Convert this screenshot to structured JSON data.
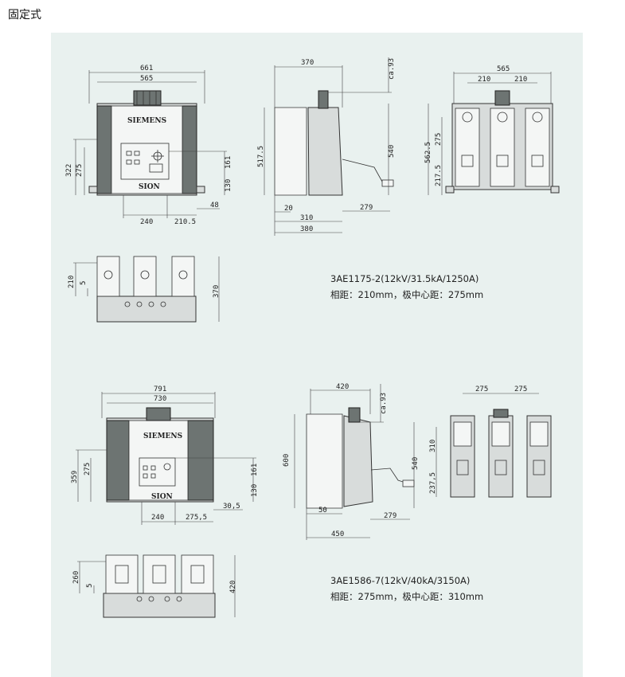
{
  "page_title": "固定式",
  "brand": "SIEMENS",
  "sion_logo": "SION",
  "model_a": {
    "caption_model": "3AE1175-2(12kV/31.5kA/1250A)",
    "caption_spacing": "相距：210mm，极中心距：275mm",
    "front": {
      "w_total": "661",
      "w_inner": "565",
      "h_total": "322",
      "h_mid": "275",
      "d_161": "161",
      "d_130": "130",
      "d_48": "48",
      "d_240": "240",
      "d_2105": "210.5"
    },
    "side": {
      "w_top": "370",
      "ca": "ca.93",
      "h_left": "517.5",
      "h_right": "540",
      "d_20": "20",
      "d_310": "310",
      "d_279": "279",
      "d_380": "380"
    },
    "rear": {
      "w_top": "565",
      "p1": "210",
      "p2": "210",
      "h_total": "562.5",
      "h_275": "275",
      "h_2175": "217.5"
    },
    "top": {
      "d_210": "210",
      "d_5": "5",
      "d_370": "370"
    }
  },
  "model_b": {
    "caption_model": "3AE1586-7(12kV/40kA/3150A)",
    "caption_spacing": "相距：275mm，极中心距：310mm",
    "front": {
      "w_total": "791",
      "w_inner": "730",
      "h_total": "359",
      "h_mid": "275",
      "d_161": "161",
      "d_130": "130",
      "d_305": "30,5",
      "d_240": "240",
      "d_2755": "275,5"
    },
    "side": {
      "w_top": "420",
      "ca": "ca.93",
      "h_left": "600",
      "h_right": "540",
      "d_50": "50",
      "d_279": "279",
      "d_450": "450"
    },
    "rear": {
      "p1": "275",
      "p2": "275",
      "h_310": "310",
      "h_2375": "237,5"
    },
    "top": {
      "d_260": "260",
      "d_5": "5",
      "d_420": "420"
    }
  }
}
